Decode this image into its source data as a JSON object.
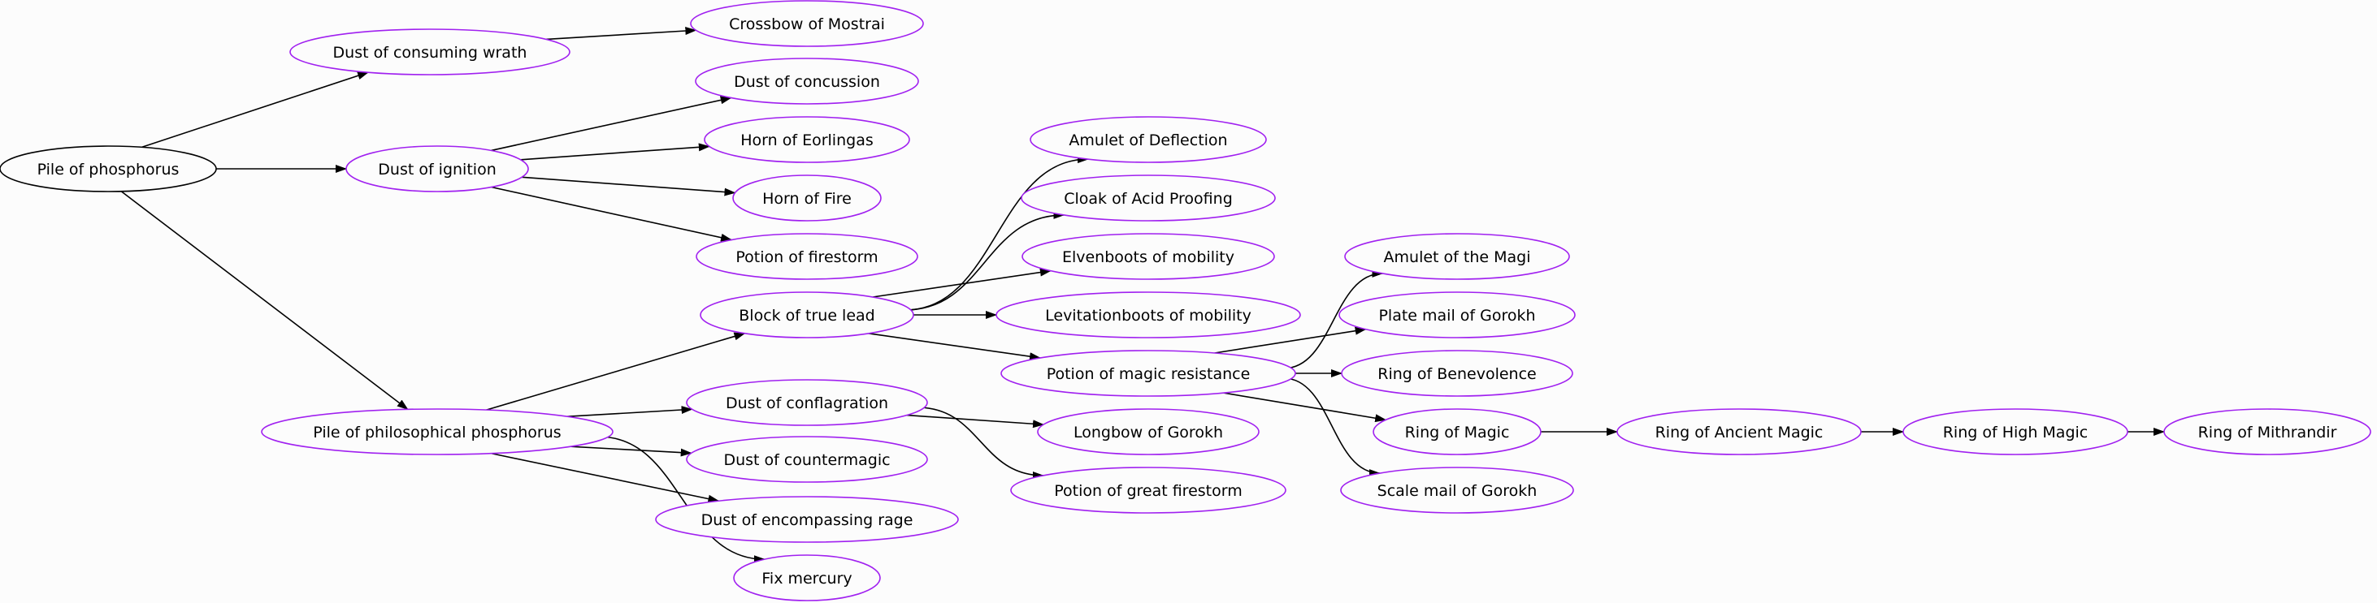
{
  "colors": {
    "background": "#fcfcfc",
    "root_stroke": "#000000",
    "node_stroke": "#a020f0",
    "edge": "#000000",
    "text": "#000000"
  },
  "nodes": [
    {
      "id": "pile_phosphorus",
      "label": "Pile of phosphorus",
      "root": true
    },
    {
      "id": "dust_wrath",
      "label": "Dust of consuming wrath"
    },
    {
      "id": "crossbow_mostrai",
      "label": "Crossbow of Mostrai"
    },
    {
      "id": "dust_ignition",
      "label": "Dust of ignition"
    },
    {
      "id": "dust_concussion",
      "label": "Dust of concussion"
    },
    {
      "id": "horn_eorlingas",
      "label": "Horn of Eorlingas"
    },
    {
      "id": "horn_fire",
      "label": "Horn of Fire"
    },
    {
      "id": "potion_firestorm",
      "label": "Potion of firestorm"
    },
    {
      "id": "pile_philosophical",
      "label": "Pile of philosophical phosphorus"
    },
    {
      "id": "block_true_lead",
      "label": "Block of true lead"
    },
    {
      "id": "amulet_deflection",
      "label": "Amulet of Deflection"
    },
    {
      "id": "cloak_acid",
      "label": "Cloak of Acid Proofing"
    },
    {
      "id": "elvenboots",
      "label": "Elvenboots of mobility"
    },
    {
      "id": "levitationboots",
      "label": "Levitationboots of mobility"
    },
    {
      "id": "potion_magic_resistance",
      "label": "Potion of magic resistance"
    },
    {
      "id": "amulet_magi",
      "label": "Amulet of the Magi"
    },
    {
      "id": "plate_gorokh",
      "label": "Plate mail of Gorokh"
    },
    {
      "id": "ring_benevolence",
      "label": "Ring of Benevolence"
    },
    {
      "id": "ring_magic",
      "label": "Ring of Magic"
    },
    {
      "id": "ring_ancient_magic",
      "label": "Ring of Ancient Magic"
    },
    {
      "id": "ring_high_magic",
      "label": "Ring of High Magic"
    },
    {
      "id": "ring_mithrandir",
      "label": "Ring of Mithrandir"
    },
    {
      "id": "scale_gorokh",
      "label": "Scale mail of Gorokh"
    },
    {
      "id": "dust_conflagration",
      "label": "Dust of conflagration"
    },
    {
      "id": "longbow_gorokh",
      "label": "Longbow of Gorokh"
    },
    {
      "id": "potion_great_firestorm",
      "label": "Potion of great firestorm"
    },
    {
      "id": "dust_countermagic",
      "label": "Dust of countermagic"
    },
    {
      "id": "dust_encompassing",
      "label": "Dust of encompassing rage"
    },
    {
      "id": "fix_mercury",
      "label": "Fix mercury"
    }
  ],
  "edges": [
    {
      "from": "pile_phosphorus",
      "to": "dust_wrath"
    },
    {
      "from": "pile_phosphorus",
      "to": "dust_ignition"
    },
    {
      "from": "pile_phosphorus",
      "to": "pile_philosophical"
    },
    {
      "from": "dust_wrath",
      "to": "crossbow_mostrai"
    },
    {
      "from": "dust_ignition",
      "to": "dust_concussion"
    },
    {
      "from": "dust_ignition",
      "to": "horn_eorlingas"
    },
    {
      "from": "dust_ignition",
      "to": "horn_fire"
    },
    {
      "from": "dust_ignition",
      "to": "potion_firestorm"
    },
    {
      "from": "pile_philosophical",
      "to": "block_true_lead"
    },
    {
      "from": "pile_philosophical",
      "to": "dust_conflagration"
    },
    {
      "from": "pile_philosophical",
      "to": "dust_countermagic"
    },
    {
      "from": "pile_philosophical",
      "to": "dust_encompassing"
    },
    {
      "from": "pile_philosophical",
      "to": "fix_mercury"
    },
    {
      "from": "block_true_lead",
      "to": "amulet_deflection"
    },
    {
      "from": "block_true_lead",
      "to": "cloak_acid"
    },
    {
      "from": "block_true_lead",
      "to": "elvenboots"
    },
    {
      "from": "block_true_lead",
      "to": "levitationboots"
    },
    {
      "from": "block_true_lead",
      "to": "potion_magic_resistance"
    },
    {
      "from": "potion_magic_resistance",
      "to": "amulet_magi"
    },
    {
      "from": "potion_magic_resistance",
      "to": "plate_gorokh"
    },
    {
      "from": "potion_magic_resistance",
      "to": "ring_benevolence"
    },
    {
      "from": "potion_magic_resistance",
      "to": "ring_magic"
    },
    {
      "from": "potion_magic_resistance",
      "to": "scale_gorokh"
    },
    {
      "from": "ring_magic",
      "to": "ring_ancient_magic"
    },
    {
      "from": "ring_ancient_magic",
      "to": "ring_high_magic"
    },
    {
      "from": "ring_high_magic",
      "to": "ring_mithrandir"
    },
    {
      "from": "dust_conflagration",
      "to": "longbow_gorokh"
    },
    {
      "from": "dust_conflagration",
      "to": "potion_great_firestorm"
    }
  ]
}
